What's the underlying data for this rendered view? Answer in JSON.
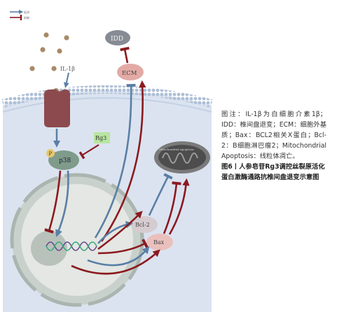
{
  "legend": {
    "items": [
      {
        "label": "促进",
        "color": "#5a7fa6"
      },
      {
        "label": "抑制",
        "color": "#8b1a1f"
      }
    ]
  },
  "labels": {
    "idd": "IDD",
    "ecm": "ECM",
    "il1b": "IL-1β",
    "rg3": "Rg3",
    "p": "P",
    "p38": "p38",
    "bcl2": "Bcl-2",
    "bax": "Bax",
    "mito": "Mitochondrial Apoptosis"
  },
  "caption": {
    "note": "图注：IL-1β为白细胞介素1β；IDD：椎间盘退变；ECM：细胞外基质；Bax：BCL2相关X蛋白；Bcl-2：B细胞淋巴瘤2；Mitochondrial Apoptosis：线粒体凋亡。",
    "figure": "图6丨人参皂苷Rg3调控丝裂原活化蛋白激酶通路抗椎间盘退变示意图"
  },
  "colors": {
    "promote": "#5a7fa6",
    "inhibit": "#8b1a1f",
    "cell": "#dfe6f2",
    "membrane": "#b7c7dc",
    "receptor": "#8c4a4e",
    "rg3_box": "#b8e6a0",
    "nucleus": "#c7cfcb"
  }
}
